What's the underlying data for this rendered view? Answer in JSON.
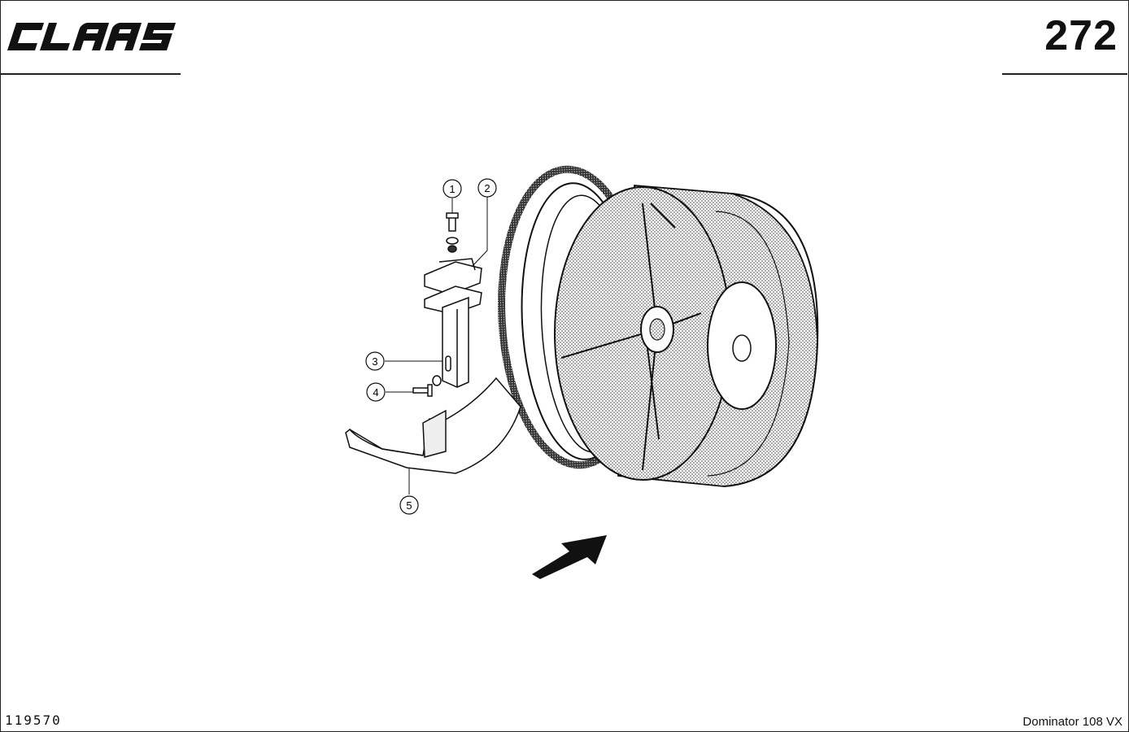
{
  "header": {
    "brand": "CLAAS",
    "page_number": "272"
  },
  "footer": {
    "drawing_number": "119570",
    "model": "Dominator 108 VX"
  },
  "callouts": [
    "1",
    "2",
    "3",
    "4",
    "5"
  ]
}
